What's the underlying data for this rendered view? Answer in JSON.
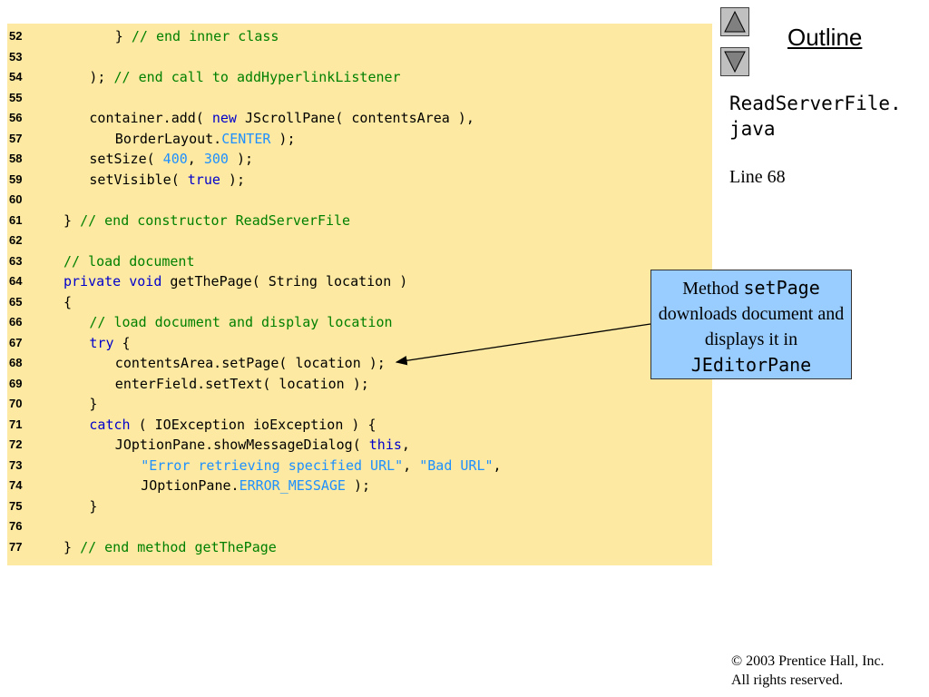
{
  "code": {
    "lines": [
      {
        "num": "52",
        "indent": 4,
        "tokens": [
          {
            "t": "} "
          },
          {
            "t": "// end inner class",
            "c": "cm"
          }
        ]
      },
      {
        "num": "53",
        "indent": 0,
        "tokens": []
      },
      {
        "num": "54",
        "indent": 3,
        "tokens": [
          {
            "t": "); "
          },
          {
            "t": "// end call to addHyperlinkListener",
            "c": "cm"
          }
        ]
      },
      {
        "num": "55",
        "indent": 0,
        "tokens": []
      },
      {
        "num": "56",
        "indent": 3,
        "tokens": [
          {
            "t": "container.add( "
          },
          {
            "t": "new",
            "c": "kw"
          },
          {
            "t": " JScrollPane( contentsArea ),"
          }
        ]
      },
      {
        "num": "57",
        "indent": 4,
        "tokens": [
          {
            "t": "BorderLayout."
          },
          {
            "t": "CENTER",
            "c": "lit"
          },
          {
            "t": " );"
          }
        ]
      },
      {
        "num": "58",
        "indent": 3,
        "tokens": [
          {
            "t": "setSize( "
          },
          {
            "t": "400",
            "c": "lit"
          },
          {
            "t": ", "
          },
          {
            "t": "300",
            "c": "lit"
          },
          {
            "t": " );"
          }
        ]
      },
      {
        "num": "59",
        "indent": 3,
        "tokens": [
          {
            "t": "setVisible( "
          },
          {
            "t": "true",
            "c": "kw"
          },
          {
            "t": " );"
          }
        ]
      },
      {
        "num": "60",
        "indent": 0,
        "tokens": []
      },
      {
        "num": "61",
        "indent": 2,
        "tokens": [
          {
            "t": "} "
          },
          {
            "t": "// end constructor ReadServerFile",
            "c": "cm"
          }
        ]
      },
      {
        "num": "62",
        "indent": 0,
        "tokens": []
      },
      {
        "num": "63",
        "indent": 2,
        "tokens": [
          {
            "t": "// load document",
            "c": "cm"
          }
        ]
      },
      {
        "num": "64",
        "indent": 2,
        "tokens": [
          {
            "t": "private",
            "c": "kw"
          },
          {
            "t": " "
          },
          {
            "t": "void",
            "c": "kw"
          },
          {
            "t": " getThePage( String location )"
          }
        ]
      },
      {
        "num": "65",
        "indent": 2,
        "tokens": [
          {
            "t": "{"
          }
        ]
      },
      {
        "num": "66",
        "indent": 3,
        "tokens": [
          {
            "t": "// load document and display location",
            "c": "cm"
          }
        ]
      },
      {
        "num": "67",
        "indent": 3,
        "tokens": [
          {
            "t": "try",
            "c": "kw"
          },
          {
            "t": " {"
          }
        ]
      },
      {
        "num": "68",
        "indent": 4,
        "tokens": [
          {
            "t": "contentsArea.setPage( location );"
          }
        ]
      },
      {
        "num": "69",
        "indent": 4,
        "tokens": [
          {
            "t": "enterField.setText( location );"
          }
        ]
      },
      {
        "num": "70",
        "indent": 3,
        "tokens": [
          {
            "t": "}"
          }
        ]
      },
      {
        "num": "71",
        "indent": 3,
        "tokens": [
          {
            "t": "catch",
            "c": "kw"
          },
          {
            "t": " ( IOException ioException ) {"
          }
        ]
      },
      {
        "num": "72",
        "indent": 4,
        "tokens": [
          {
            "t": "JOptionPane.showMessageDialog( "
          },
          {
            "t": "this",
            "c": "kw"
          },
          {
            "t": ","
          }
        ]
      },
      {
        "num": "73",
        "indent": 5,
        "tokens": [
          {
            "t": "\"Error retrieving specified URL\"",
            "c": "lit"
          },
          {
            "t": ", "
          },
          {
            "t": "\"Bad URL\"",
            "c": "lit"
          },
          {
            "t": ","
          }
        ]
      },
      {
        "num": "74",
        "indent": 5,
        "tokens": [
          {
            "t": "JOptionPane."
          },
          {
            "t": "ERROR_MESSAGE",
            "c": "lit"
          },
          {
            "t": " );"
          }
        ]
      },
      {
        "num": "75",
        "indent": 3,
        "tokens": [
          {
            "t": "}"
          }
        ]
      },
      {
        "num": "76",
        "indent": 0,
        "tokens": []
      },
      {
        "num": "77",
        "indent": 2,
        "tokens": [
          {
            "t": "} "
          },
          {
            "t": "// end method getThePage",
            "c": "cm"
          }
        ]
      }
    ]
  },
  "sidebar": {
    "outline_title": "Outline",
    "file_name": "ReadServerFile.\njava",
    "line_ref": "Line 68",
    "nav_up_icon": "triangle-up-icon",
    "nav_down_icon": "triangle-down-icon"
  },
  "callout": {
    "prefix": "Method ",
    "method": "setPage",
    "middle": "downloads document and displays it in",
    "component": "JEditorPane"
  },
  "footer": {
    "copyright_symbol": "©",
    "copyright_line1": " 2003 Prentice Hall, Inc.",
    "copyright_line2": "All rights reserved."
  },
  "colors": {
    "code_background": "#fde9a1",
    "comment": "#008000",
    "keyword": "#0000cc",
    "literal": "#1e90ff",
    "callout_background": "#99ccff"
  }
}
